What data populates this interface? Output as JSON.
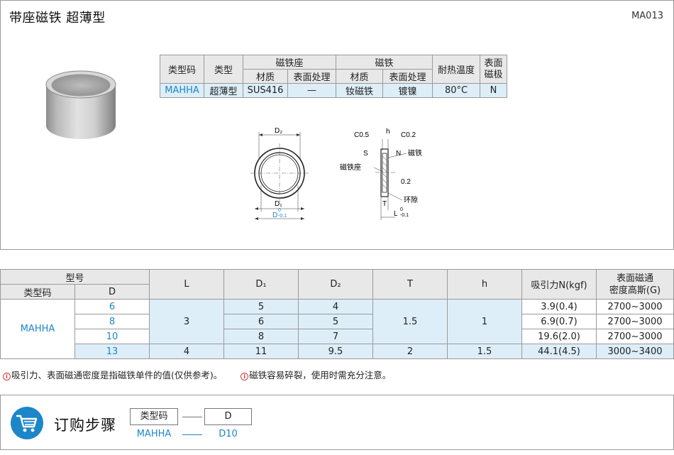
{
  "header": {
    "title": "带座磁铁  超薄型",
    "code": "MA013"
  },
  "spec": {
    "col_type_code": "类型码",
    "col_type": "类型",
    "grp_seat": "磁铁座",
    "grp_magnet": "磁铁",
    "col_material": "材质",
    "col_surface": "表面处理",
    "col_heat": "耐热温度",
    "col_pole_1": "表面",
    "col_pole_2": "磁极",
    "row": {
      "type_code": "MAHHA",
      "type": "超薄型",
      "seat_material": "SUS416",
      "seat_surface": "—",
      "magnet_material": "钕磁铁",
      "magnet_surface": "镀镍",
      "heat": "80°C",
      "pole": "N"
    }
  },
  "drawing": {
    "d2": "D₂",
    "d1": "D₁",
    "d_tol": "D",
    "d_tol_upper": "0",
    "d_tol_lower": "-0.1",
    "c05": "C0.5",
    "h": "h",
    "c02": "C0.2",
    "s": "S",
    "n": "N",
    "magnet": "磁铁",
    "seat": "磁铁座",
    "v02": "0.2",
    "gap": "环隙",
    "t": "T",
    "l": "L",
    "l_tol_upper": "0",
    "l_tol_lower": "-0.1"
  },
  "main_table": {
    "hdr_model": "型号",
    "hdr_type_code": "类型码",
    "hdr_d": "D",
    "hdr_l": "L",
    "hdr_d1": "D₁",
    "hdr_d2": "D₂",
    "hdr_t": "T",
    "hdr_h": "h",
    "hdr_force": "吸引力N(kgf)",
    "hdr_flux_1": "表面磁通",
    "hdr_flux_2": "密度高斯(G)",
    "type_code": "MAHHA",
    "rows": [
      {
        "d": "6",
        "l": "3",
        "d1": "5",
        "d2": "4",
        "t": "1.5",
        "h": "1",
        "force": "3.9(0.4)",
        "flux": "2700~3000"
      },
      {
        "d": "8",
        "d1": "6",
        "d2": "5",
        "force": "6.9(0.7)",
        "flux": "2700~3000"
      },
      {
        "d": "10",
        "d1": "8",
        "d2": "7",
        "force": "19.6(2.0)",
        "flux": "2700~3000"
      },
      {
        "d": "13",
        "l": "4",
        "d1": "11",
        "d2": "9.5",
        "t": "2",
        "h": "1.5",
        "force": "44.1(4.5)",
        "flux": "3000~3400"
      }
    ]
  },
  "notes": [
    "吸引力、表面磁通密度是指磁铁单件的值(仅供参考)。",
    "磁铁容易碎裂，使用时需充分注意。"
  ],
  "order": {
    "title": "订购步骤",
    "box1": "类型码",
    "box2": "D",
    "val1": "MAHHA",
    "val2": "D10"
  }
}
